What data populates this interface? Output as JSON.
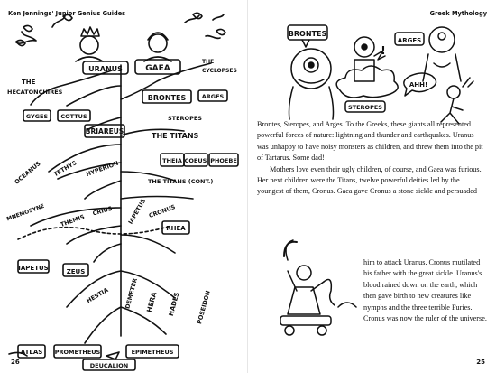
{
  "left_page": {
    "running_head": "Ken Jennings' Junior Genius Guides",
    "folio": "26",
    "tree": {
      "uranus": "URANUS",
      "gaea": "GAEA",
      "hecatonchires": [
        "THE",
        "HECATONCHIRES"
      ],
      "cyclopses": [
        "THE",
        "CYCLOPSES"
      ],
      "gyges": "GYGES",
      "cottus": "COTTUS",
      "briareus": "BRIAREUS",
      "brontes": "BRONTES",
      "arges": "ARGES",
      "steropes": "STEROPES",
      "titans": "THE TITANS",
      "titans_cont": "THE TITANS (CONT.)",
      "oceanus": "OCEANUS",
      "tethys": "TETHYS",
      "hyperion": "HYPERION",
      "theia": "THEIA",
      "coeus": "COEUS",
      "phoebe": "PHOEBE",
      "mnemosyne": "MNEMOSYNE",
      "themis": "THEMIS",
      "crius": "CRIUS",
      "iapetus_titan": "IAPETUS",
      "cronus": "CRONUS",
      "rhea": "RHEA",
      "iapetus": "IAPETUS",
      "zeus": "ZEUS",
      "hestia": "HESTIA",
      "demeter": "DEMETER",
      "hera": "HERA",
      "hades": "HADES",
      "poseidon": "POSEIDON",
      "atlas": "ATLAS",
      "prometheus": "PROMETHEUS",
      "epimetheus": "EPIMETHEUS",
      "deucalion": "DEUCALION"
    }
  },
  "right_page": {
    "running_head": "Greek Mythology",
    "folio": "25",
    "illustration_labels": {
      "brontes": "BRONTES",
      "arges": "ARGES",
      "steropes": "STEROPES",
      "ahh": "AHH!",
      "exclaim": "!"
    },
    "paragraph_1": "Brontes, Steropes, and Arges. To the Greeks, these giants all represented powerful forces of nature: lightning and thunder and earthquakes. Uranus was unhappy to have noisy monsters as children, and threw them into the pit of Tartarus. Some dad!",
    "paragraph_2_top": "Mothers love even their ugly children, of course, and Gaea was furious. Her next children were the Titans, twelve powerful deities led by the youngest of them, Cronus. Gaea gave Cronus a stone sickle and persuaded",
    "paragraph_2_wrap": "him to attack Uranus. Cronus mutilated his father with the great sickle. Uranus's blood rained down on the earth, which then gave birth to new creatures like nymphs and the three terrible Furies. Cronus was now the ruler of the universe."
  }
}
